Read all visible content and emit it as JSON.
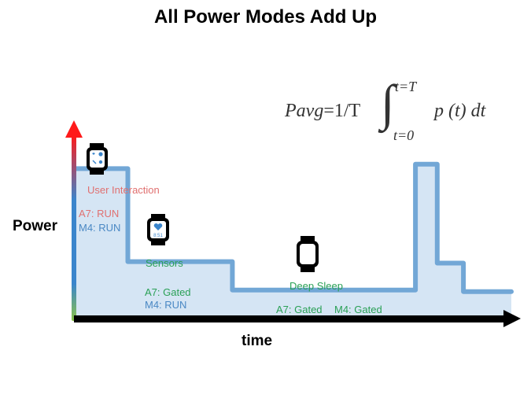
{
  "title": "All Power Modes Add Up",
  "axes": {
    "y_label": "Power",
    "x_label": "time"
  },
  "formula": {
    "lhs": "Pavg",
    "equals": "=",
    "factor": "1/T",
    "upper_limit": "t=T",
    "lower_limit": "t=0",
    "integrand": "p (t) dt"
  },
  "colors": {
    "waveform_stroke": "#72a7d6",
    "waveform_fill": "#d5e5f4",
    "axis_top": "#ff1a1a",
    "axis_mid": "#3a85cc",
    "axis_bottom": "#8bc34a",
    "run_red": "#e07070",
    "run_blue": "#4a88c4",
    "gated_green": "#2aa056"
  },
  "phases": [
    {
      "name": "User Interaction",
      "icon": "smartwatch-apps-icon",
      "a7": "A7: RUN",
      "m4": "M4: RUN",
      "level": "high"
    },
    {
      "name": "Sensors",
      "icon": "smartwatch-heart-icon",
      "watch_time": "8:51",
      "a7": "A7: Gated",
      "m4": "M4: RUN",
      "level": "medium"
    },
    {
      "name": "Deep Sleep",
      "icon": "smartwatch-blank-icon",
      "a7": "A7: Gated",
      "m4": "M4: Gated",
      "level": "low"
    }
  ],
  "chart_data": {
    "type": "line",
    "title": "All Power Modes Add Up",
    "xlabel": "time",
    "ylabel": "Power",
    "step": true,
    "note": "relative power levels (qualitative, no ticks); time in relative units 0-100",
    "x": [
      0,
      12,
      12,
      36,
      36,
      78,
      78,
      83,
      83,
      89,
      89,
      100
    ],
    "y": [
      1.0,
      1.0,
      0.38,
      0.38,
      0.19,
      0.19,
      1.03,
      1.03,
      0.37,
      0.37,
      0.18,
      0.18
    ],
    "xlim": [
      0,
      100
    ],
    "ylim": [
      0,
      1.6
    ],
    "grid": false
  }
}
